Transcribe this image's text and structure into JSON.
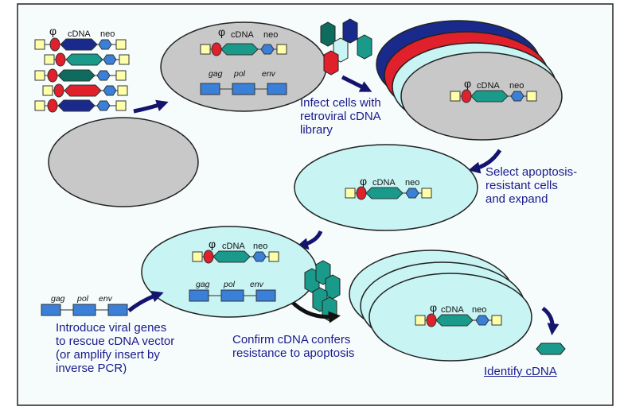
{
  "construct": {
    "psi": "φ",
    "cdna": "cDNA",
    "neo": "neo",
    "gag": "gag",
    "pol": "pol",
    "env": "env"
  },
  "steps": {
    "infect": "Infect cells with\nretroviral cDNA\nlibrary",
    "select": "Select apoptosis-\nresistant cells\nand expand",
    "introduce": "Introduce viral genes\nto rescue cDNA vector\n(or amplify insert by\ninverse PCR)",
    "confirm": "Confirm cDNA confers\nresistance to apoptosis",
    "identify": "Identify cDNA"
  },
  "colors": {
    "psi": "#e0202a",
    "box": "#ffffaa",
    "cdna_teal": "#1a9a8a",
    "cdna_dark_teal": "#0e6b5e",
    "cdna_red": "#e0202a",
    "cdna_navy": "#1a2a8c",
    "neo": "#3a7fd8",
    "grey_cell": "#c8c8c8",
    "cyan_cell": "#c8f4f4",
    "arrow": "#14146e",
    "text": "#1a1a8c"
  }
}
